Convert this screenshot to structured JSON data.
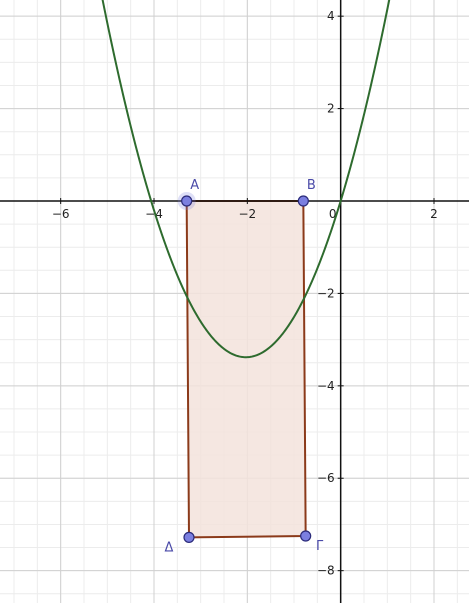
{
  "view": {
    "x_range": [
      -7.3,
      2.75
    ],
    "y_range": [
      -8.7,
      4.35
    ],
    "major_step": 2,
    "minor_step": 0.5,
    "grid": true
  },
  "axes": {
    "x_ticks": [
      {
        "value": -6,
        "label": "−6"
      },
      {
        "value": -4,
        "label": "−4"
      },
      {
        "value": -2,
        "label": "−2"
      },
      {
        "value": 0,
        "label": "0"
      },
      {
        "value": 2,
        "label": "2"
      }
    ],
    "y_ticks": [
      {
        "value": 4,
        "label": "4"
      },
      {
        "value": 2,
        "label": "2"
      },
      {
        "value": -2,
        "label": "−2"
      },
      {
        "value": -4,
        "label": "−4"
      },
      {
        "value": -6,
        "label": "−6"
      },
      {
        "value": -8,
        "label": "−8"
      }
    ]
  },
  "colors": {
    "curve": "#2e6b2e",
    "polygon_fill": "#f3e3dc",
    "polygon_edge": "#8b3a1a",
    "point_fill": "#7b7fe0",
    "point_edge": "#2b2b7a",
    "point_label": "#4a4aa8",
    "grid_major": "#d0d0d0",
    "grid_minor": "#ececec",
    "axis": "#111111"
  },
  "curve": {
    "a": 0.82,
    "b": 3.33,
    "c": 0
  },
  "points": [
    {
      "name": "A",
      "label": "A",
      "x": -3.3,
      "y": 0
    },
    {
      "name": "B",
      "label": "B",
      "x": -0.8,
      "y": 0
    },
    {
      "name": "Γ",
      "label": "Γ",
      "x": -0.75,
      "y": -7.25
    },
    {
      "name": "Δ",
      "label": "Δ",
      "x": -3.25,
      "y": -7.28
    }
  ],
  "polygon_order": [
    "A",
    "B",
    "Γ",
    "Δ"
  ]
}
